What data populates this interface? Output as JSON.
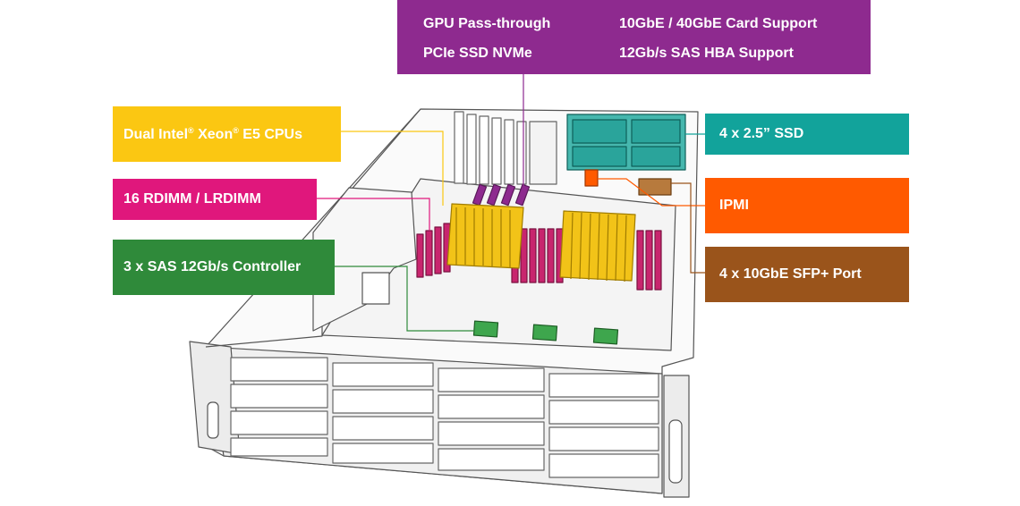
{
  "colors": {
    "purple": "#8e2a8f",
    "yellow": "#fbc712",
    "magenta": "#e0177c",
    "green": "#2f8a3a",
    "teal": "#12a39b",
    "orange": "#ff5a00",
    "brown": "#9a541b",
    "cpu_gold": "#f2c318",
    "dimm_red": "#c8256e",
    "ssd_teal": "#2aa49b",
    "chip_green": "#3ea64d",
    "line": "#444444"
  },
  "top_box": {
    "item1": "GPU Pass-through",
    "item2": "10GbE / 40GbE Card Support",
    "item3": "PCIe SSD NVMe",
    "item4": "12Gb/s SAS HBA Support"
  },
  "labels": {
    "cpu_part1": "Dual Intel",
    "cpu_reg1": "®",
    "cpu_part2": " Xeon",
    "cpu_reg2": "®",
    "cpu_part3": " E5 CPUs",
    "memory": "16 RDIMM / LRDIMM",
    "controller": "3 x SAS 12Gb/s Controller",
    "ssd": "4 x 2.5” SSD",
    "ipmi": "IPMI",
    "sfp": "4 x 10GbE SFP+ Port"
  }
}
